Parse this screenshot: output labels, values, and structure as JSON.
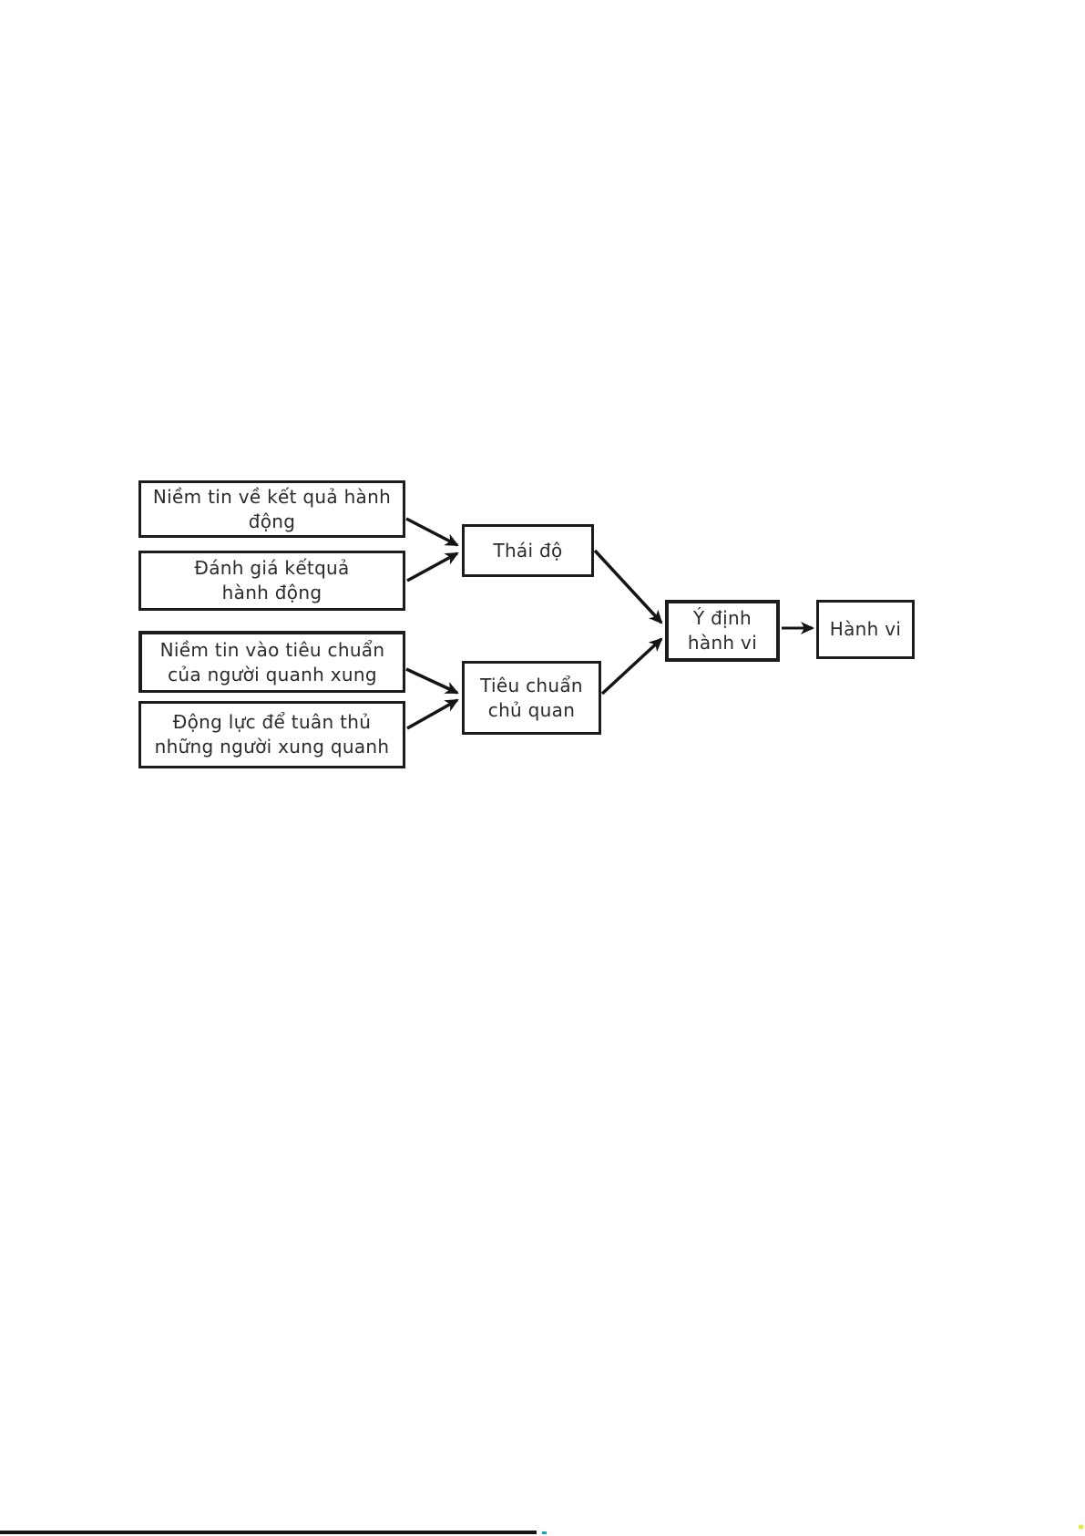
{
  "diagram": {
    "nodes": {
      "belief_outcomes": {
        "lines": [
          "Niềm tin về kết quả hành",
          "động"
        ]
      },
      "evaluate_outcomes": {
        "lines": [
          "Đánh giá kếtquả",
          "hành động"
        ]
      },
      "normative_beliefs": {
        "lines": [
          "Niềm tin vào tiêu chuẩn",
          "của người quanh xung"
        ]
      },
      "motivation_comply": {
        "lines": [
          "Động lực để tuân thủ",
          "những người xung quanh"
        ]
      },
      "attitude": {
        "lines": [
          "Thái độ"
        ]
      },
      "subjective_norm": {
        "lines": [
          "Tiêu chuẩn",
          "chủ quan"
        ]
      },
      "behavioral_intention": {
        "lines": [
          "Ý định",
          "hành vi"
        ]
      },
      "behavior": {
        "lines": [
          "Hành vi"
        ]
      }
    },
    "colors": {
      "box_border": "#1c1c1c",
      "text": "#2b2b2b",
      "background": "#ffffff",
      "arrow": "#141414",
      "artifact_cyan": "#00aebe",
      "artifact_yellow": "#efec17"
    }
  }
}
